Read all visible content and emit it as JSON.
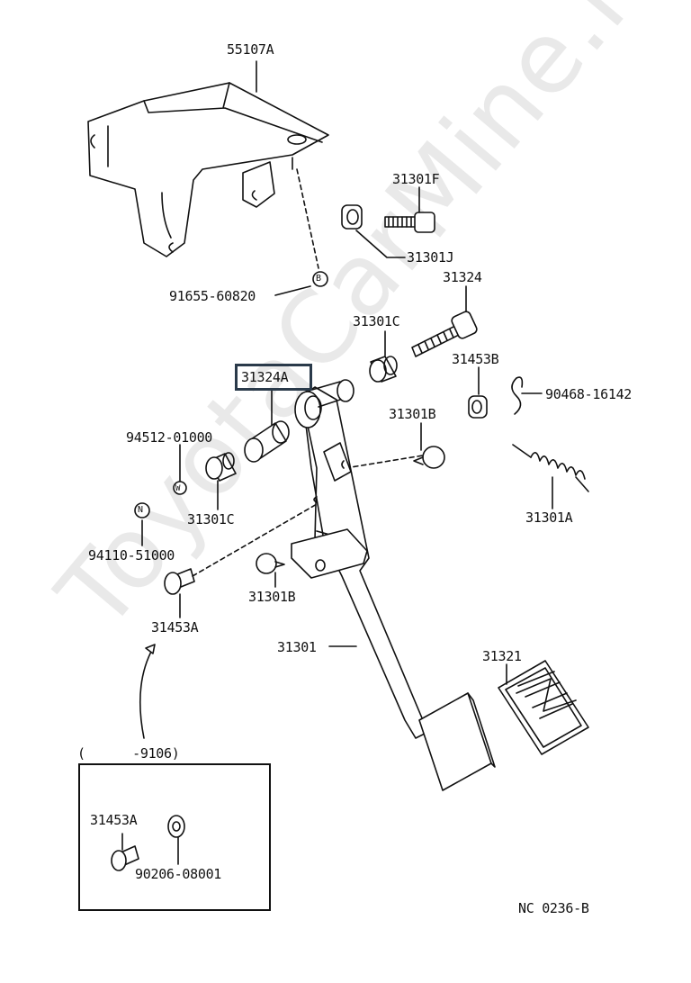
{
  "watermark": "ToyotaCarMine.ru",
  "diagram_code": "NC 0236-B",
  "inset_range": "(      -9106)",
  "parts": {
    "p55107A": "55107A",
    "p31301F": "31301F",
    "p31301J": "31301J",
    "p91655": "91655-60820",
    "p31324": "31324",
    "p31301C_top": "31301C",
    "p31453B": "31453B",
    "p90468": "90468-16142",
    "p31324A": "31324A",
    "p94512": "94512-01000",
    "p31301B_top": "31301B",
    "p31301C_left": "31301C",
    "p31301A": "31301A",
    "p94110": "94110-51000",
    "p31301B_low": "31301B",
    "p31453A": "31453A",
    "p31301": "31301",
    "p31321": "31321",
    "inset_31453A": "31453A",
    "inset_90206": "90206-08001"
  },
  "markers": {
    "b": "B",
    "w": "W",
    "n": "N"
  }
}
